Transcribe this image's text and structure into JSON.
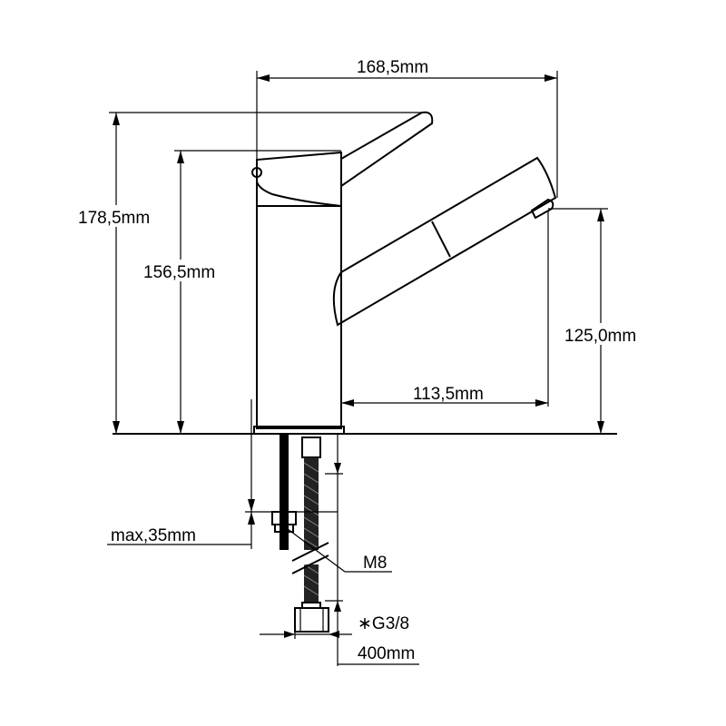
{
  "dimensions": {
    "overall_width": "168,5mm",
    "overall_height": "178,5mm",
    "body_height": "156,5mm",
    "spout_height": "125,0mm",
    "spout_reach": "113,5mm",
    "max_deck": "max,35mm",
    "stud_thread": "M8",
    "connection": "∗G3/8",
    "hose_length": "400mm"
  }
}
